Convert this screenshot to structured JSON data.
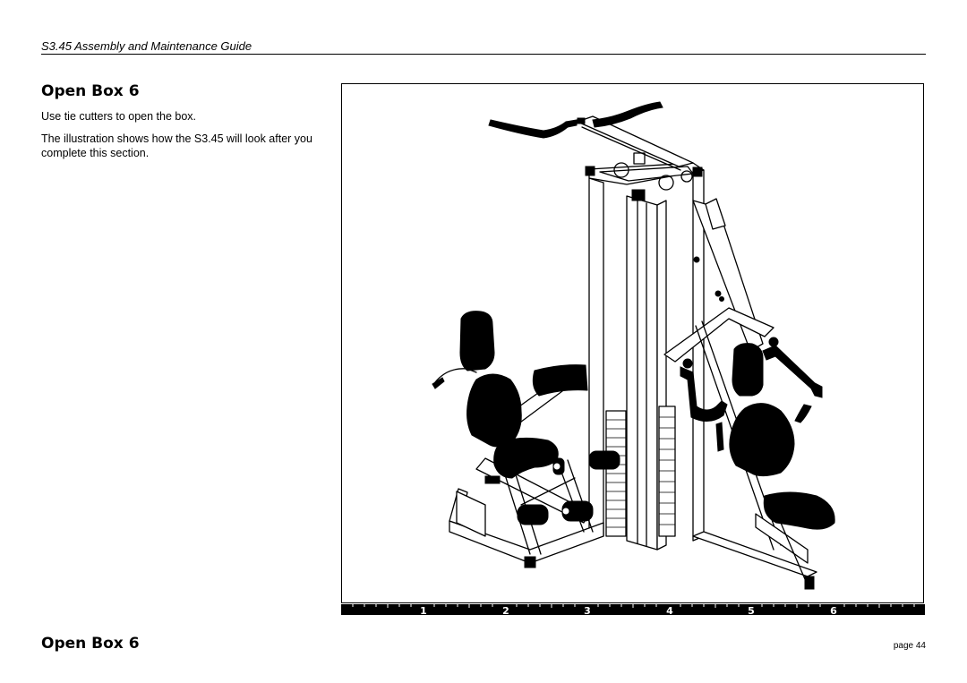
{
  "header": {
    "guide_title": "S3.45 Assembly and Maintenance Guide"
  },
  "section": {
    "title": "Open Box 6",
    "instructions": [
      "Use tie cutters to open the box.",
      "The illustration shows how the S3.45 will look after you complete this section."
    ]
  },
  "ruler": {
    "labels": [
      "1",
      "2",
      "3",
      "4",
      "5",
      "6"
    ]
  },
  "footer": {
    "section_title": "Open Box 6",
    "page": "page 44"
  }
}
